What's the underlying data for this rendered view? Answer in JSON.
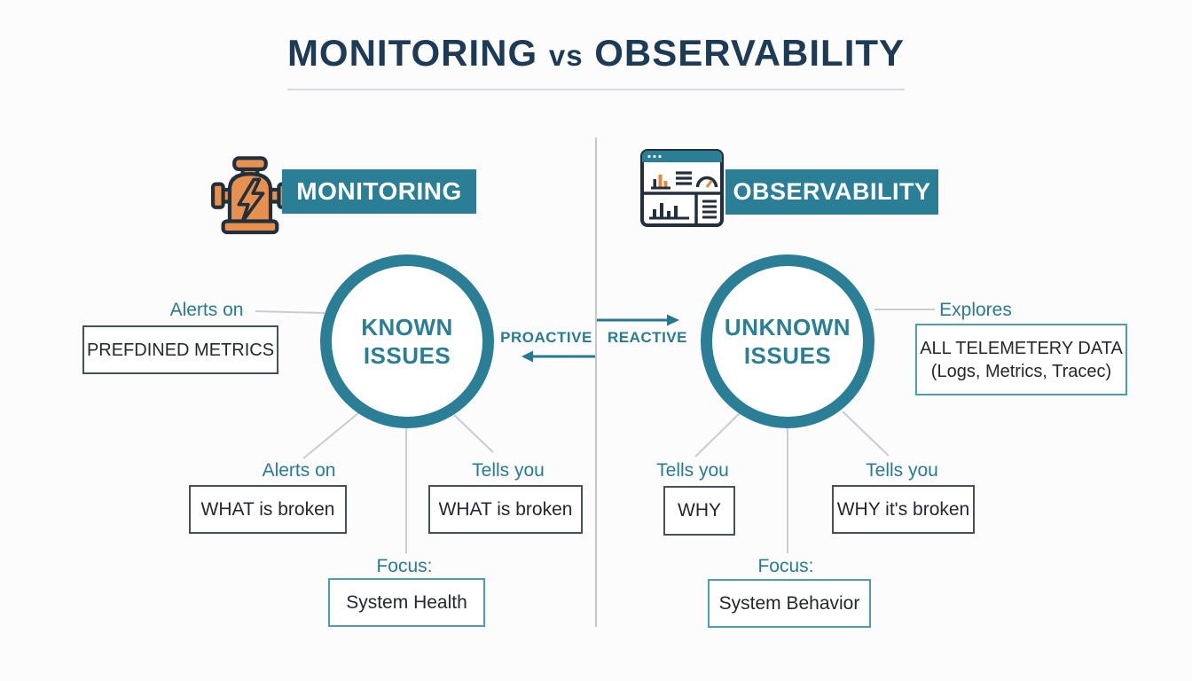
{
  "colors": {
    "teal": "#2a7f96",
    "navy": "#1d3a56",
    "orange": "#e8914e"
  },
  "title": {
    "left": "MONITORING",
    "middle": "vs",
    "right": "OBSERVABILITY"
  },
  "monitoring": {
    "header": "MONITORING",
    "circle_line1": "KNOWN",
    "circle_line2": "ISSUES",
    "top_connector_label": "Alerts on",
    "top_box": "PREFDINED METRICS",
    "bottom_left_label": "Alerts on",
    "bottom_left_box": "WHAT is broken",
    "bottom_right_label": "Tells you",
    "bottom_right_box": "WHAT is broken",
    "focus_label": "Focus:",
    "focus_box": "System Health"
  },
  "flow": {
    "proactive": "PROACTIVE",
    "reactive": "REACTIVE"
  },
  "observability": {
    "header": "OBSERVABILITY",
    "circle_line1": "UNKNOWN",
    "circle_line2": "ISSUES",
    "top_connector_label": "Explores",
    "top_box_line1": "ALL TELEMETERY DATA",
    "top_box_line2": "(Logs, Metrics, Tracec)",
    "bottom_left_label": "Tells you",
    "bottom_left_box": "WHY",
    "bottom_right_label": "Tells you",
    "bottom_right_box": "WHY it's broken",
    "focus_label": "Focus:",
    "focus_box": "System Behavior"
  }
}
